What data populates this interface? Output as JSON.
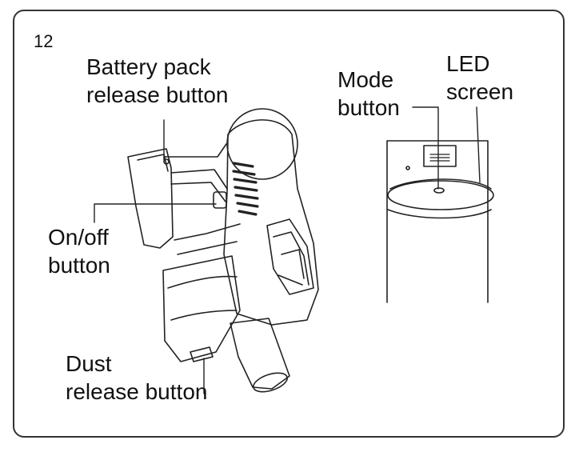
{
  "figure_number": "12",
  "labels": {
    "battery_release": "Battery pack\nrelease button",
    "on_off": "On/off\nbutton",
    "dust_release": "Dust\nrelease button",
    "mode": "Mode\nbutton",
    "led": "LED\nscreen"
  }
}
